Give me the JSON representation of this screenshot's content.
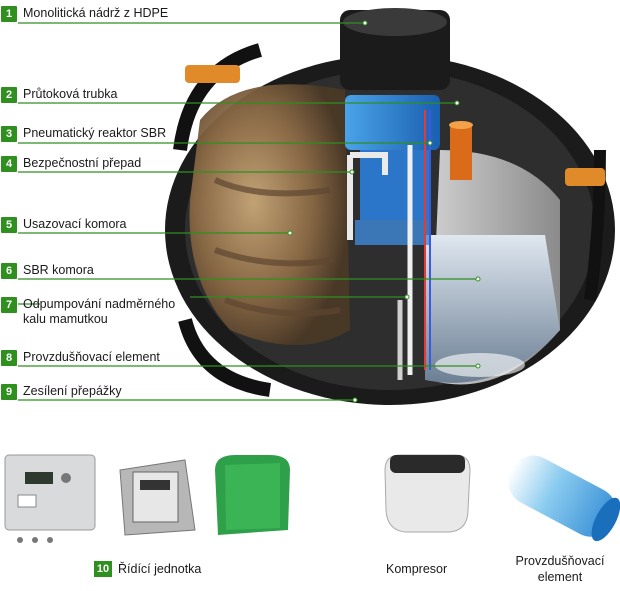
{
  "callouts": [
    {
      "num": "1",
      "text": "Monolitická nádrž z HDPE"
    },
    {
      "num": "2",
      "text": "Průtoková trubka"
    },
    {
      "num": "3",
      "text": "Pneumatický reaktor SBR"
    },
    {
      "num": "4",
      "text": "Bezpečnostní přepad"
    },
    {
      "num": "5",
      "text": "Usazovací komora"
    },
    {
      "num": "6",
      "text": "SBR komora"
    },
    {
      "num": "7",
      "text": "Odpumpování nadměrného",
      "text2": "kalu mamutkou"
    },
    {
      "num": "8",
      "text": "Provzdušňovací element"
    },
    {
      "num": "9",
      "text": "Zesílení přepážky"
    }
  ],
  "bottom": {
    "control_badge": "10",
    "control_label": "Řídící jednotka",
    "compressor_label": "Kompresor",
    "aerator_label_line1": "Provzdušňovací",
    "aerator_label_line2": "element"
  },
  "colors": {
    "accent": "#2f8f1f",
    "leader": "#2f8f1f"
  }
}
